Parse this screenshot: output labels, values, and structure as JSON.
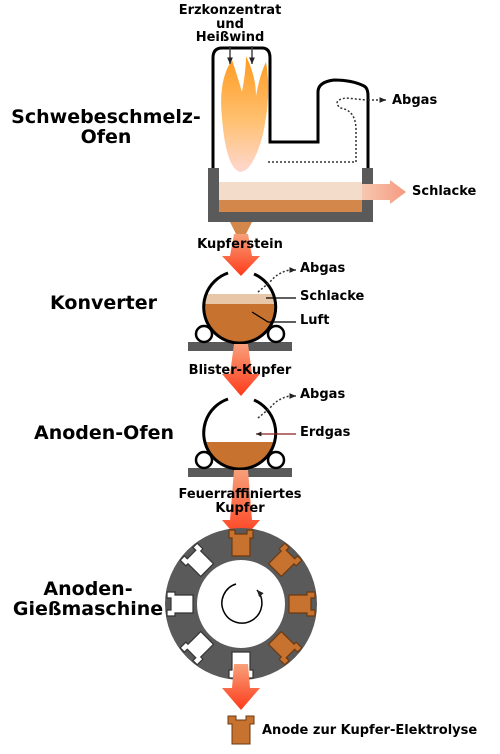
{
  "inputs": {
    "line1": "Erzkonzentrat",
    "line2": "und",
    "line3": "Heißwind"
  },
  "stages": {
    "flash_furnace": {
      "line1": "Schwebeschmelz-",
      "line2": "Ofen"
    },
    "converter": {
      "label": "Konverter"
    },
    "anode_furnace": {
      "label": "Anoden-Ofen"
    },
    "casting_machine": {
      "line1": "Anoden-",
      "line2": "Gießmaschine"
    }
  },
  "flash_furnace_labels": {
    "offgas": "Abgas",
    "slag": "Schlacke"
  },
  "matte": "Kupferstein",
  "converter_labels": {
    "offgas": "Abgas",
    "slag": "Schlacke",
    "air": "Luft"
  },
  "blister": "Blister-Kupfer",
  "anode_furnace_labels": {
    "offgas": "Abgas",
    "natural_gas": "Erdgas"
  },
  "fire_refined": {
    "line1": "Feuerraffiniertes",
    "line2": "Kupfer"
  },
  "product": "Anode zur Kupfer-Elektrolyse",
  "colors": {
    "copper": "#c8722f",
    "slag": "#e8c7a8",
    "steel": "#5a5a5a",
    "flow_hot": "#ff3a1a",
    "flow_light": "#f9b9a0",
    "flame": "#ffb050"
  }
}
